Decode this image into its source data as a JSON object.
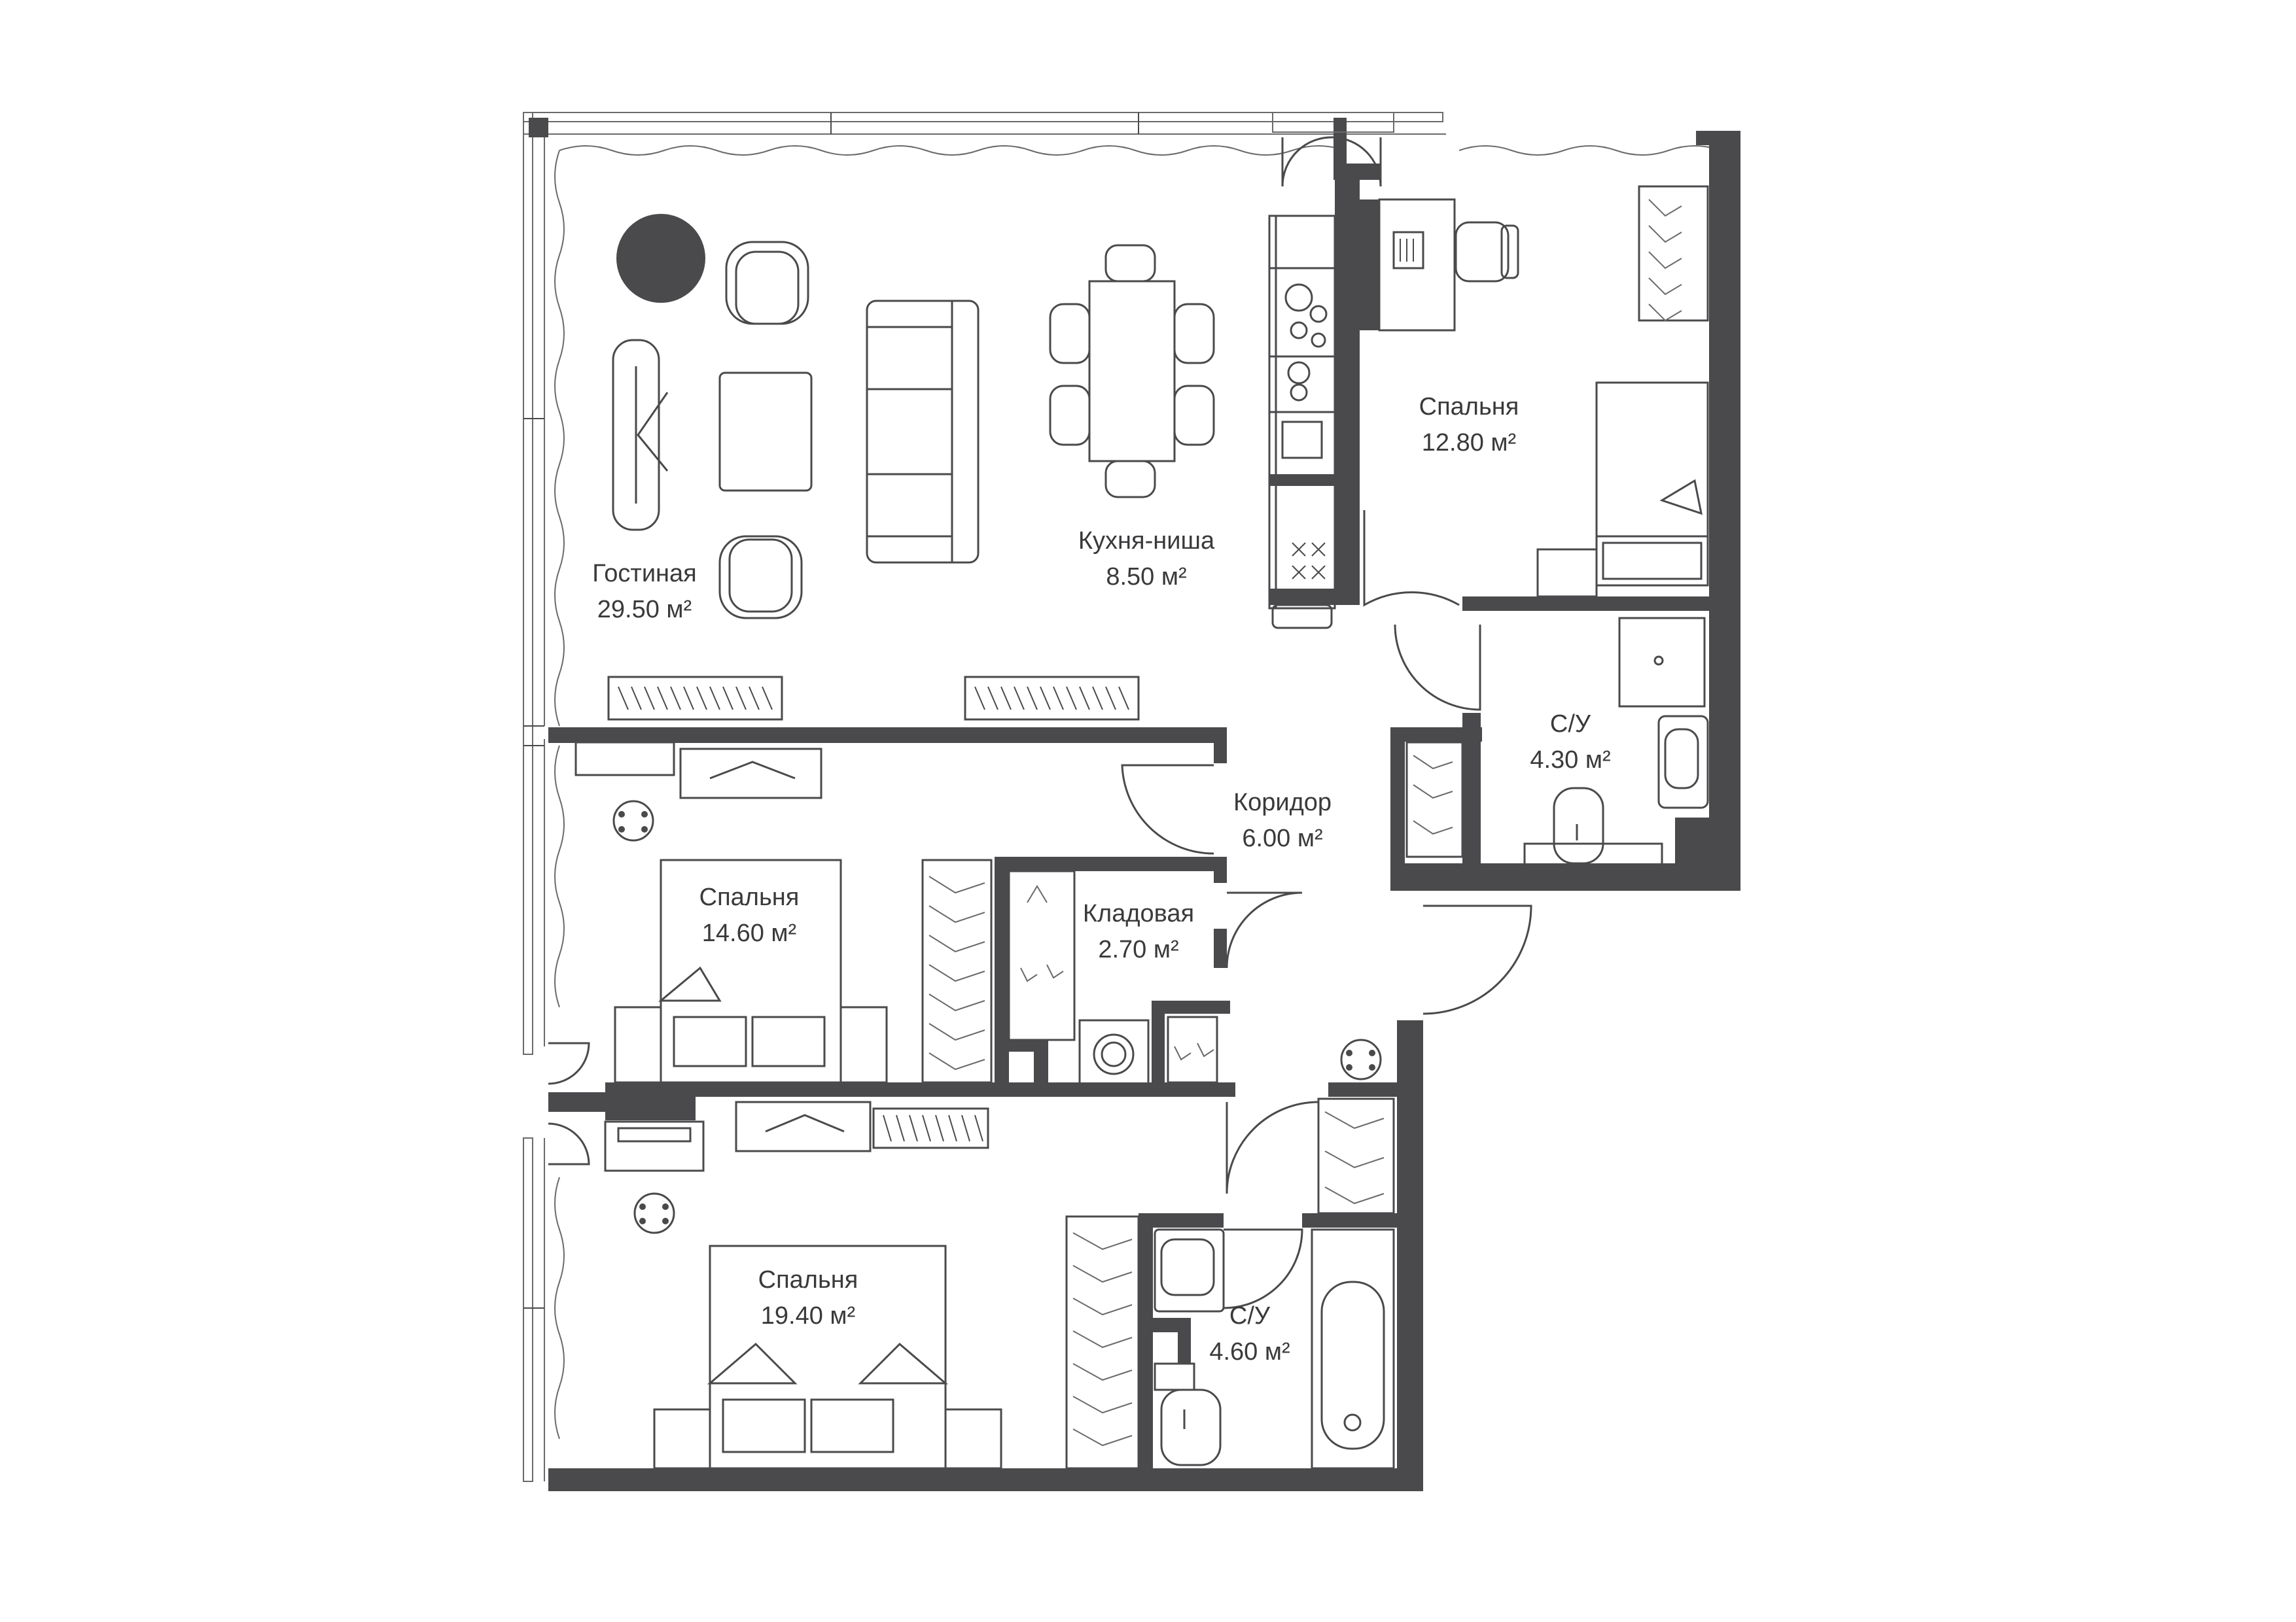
{
  "colors": {
    "wall": "#4a4a4c",
    "line": "#6a6a6c",
    "background": "#ffffff",
    "text": "#3a3a3c"
  },
  "rooms": [
    {
      "id": "living",
      "name": "Гостиная",
      "area": "29.50 м²"
    },
    {
      "id": "kitchen",
      "name": "Кухня-ниша",
      "area": "8.50 м²"
    },
    {
      "id": "bedroom1",
      "name": "Спальня",
      "area": "12.80 м²"
    },
    {
      "id": "bath1",
      "name": "С/У",
      "area": "4.30 м²"
    },
    {
      "id": "corridor",
      "name": "Коридор",
      "area": "6.00 м²"
    },
    {
      "id": "bedroom2",
      "name": "Спальня",
      "area": "14.60 м²"
    },
    {
      "id": "storage",
      "name": "Кладовая",
      "area": "2.70 м²"
    },
    {
      "id": "bedroom3",
      "name": "Спальня",
      "area": "19.40 м²"
    },
    {
      "id": "bath2",
      "name": "С/У",
      "area": "4.60 м²"
    }
  ],
  "icons": [
    "floor-plan-walls",
    "door-swing-icon",
    "sofa-icon",
    "bed-icon",
    "dining-table-icon",
    "armchair-icon",
    "toilet-icon",
    "sink-icon",
    "bathtub-icon",
    "stove-icon",
    "wardrobe-hanger-icon",
    "washing-machine-icon",
    "radiator-icon",
    "round-table-icon",
    "plant-icon",
    "window-icon"
  ]
}
